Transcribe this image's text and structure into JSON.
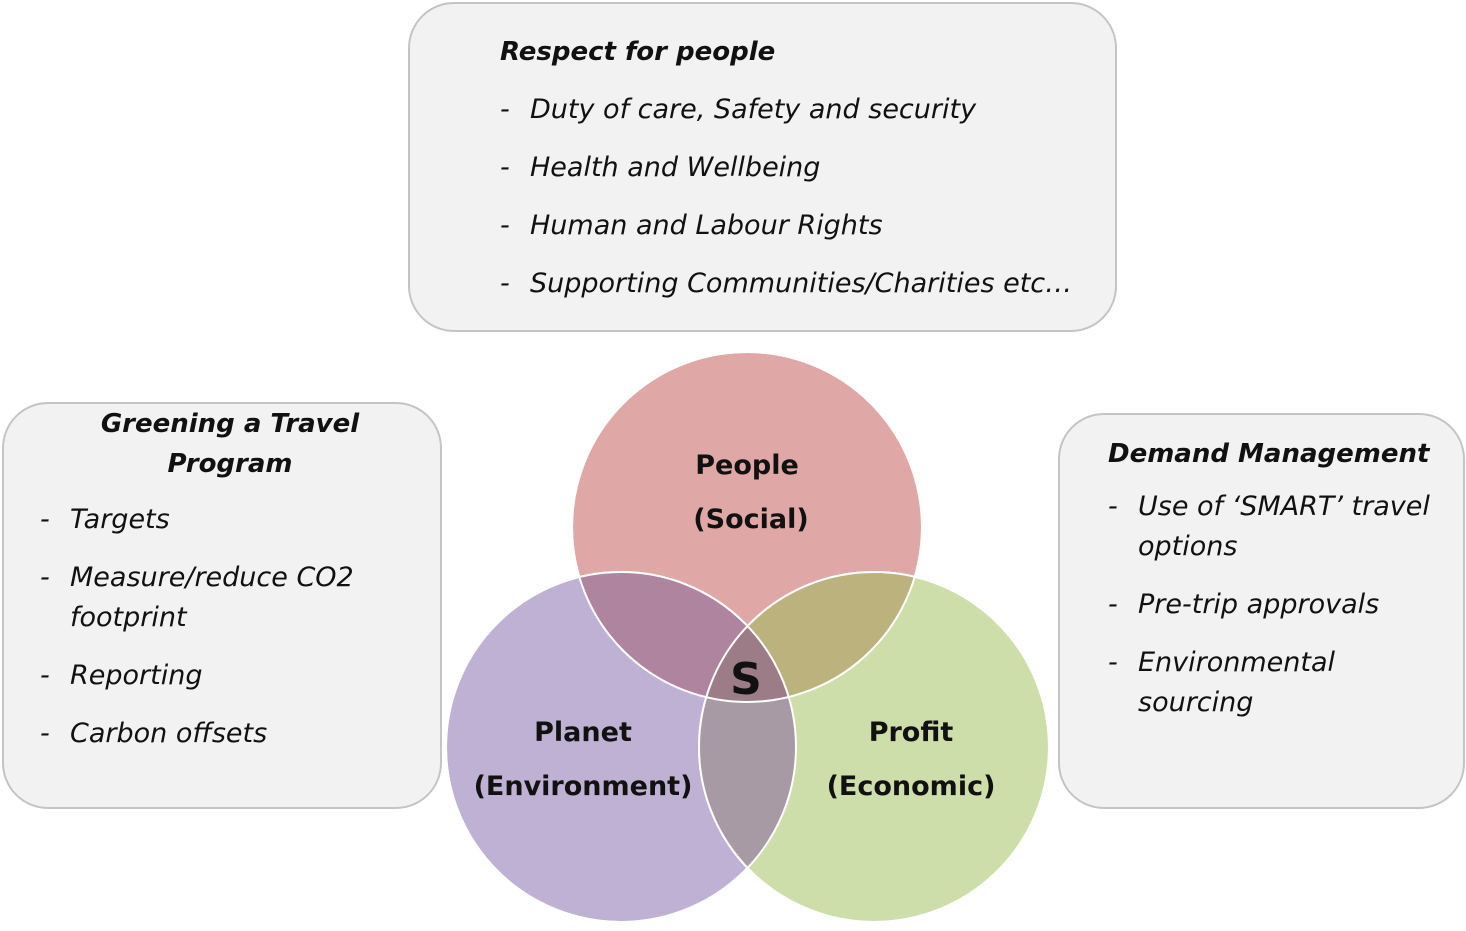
{
  "top_box": {
    "title": "Respect for people",
    "items": [
      "Duty of care, Safety and security",
      "Health and Wellbeing",
      "Human and Labour Rights",
      "Supporting Communities/Charities etc…"
    ]
  },
  "left_box": {
    "title": "Greening a Travel Program",
    "items": [
      "Targets",
      "Measure/reduce CO2 footprint",
      "Reporting",
      "Carbon offsets"
    ]
  },
  "right_box": {
    "title": "Demand Management",
    "items": [
      "Use of ‘SMART’ travel options",
      "Pre-trip approvals",
      "Environmental sourcing"
    ]
  },
  "venn": {
    "people": {
      "line1": "People",
      "line2": "(Social)",
      "color": "#dfa7a6"
    },
    "planet": {
      "line1": "Planet",
      "line2": "(Environment)",
      "color": "#bfb1d3"
    },
    "profit": {
      "line1": "Profit",
      "line2": "(Economic)",
      "color": "#cddeaa"
    },
    "center": "S",
    "overlap_colors": {
      "people_planet": "#ae849e",
      "people_profit": "#bcb27e",
      "planet_profit": "#a89aa4",
      "all": "#9c7c86"
    }
  }
}
